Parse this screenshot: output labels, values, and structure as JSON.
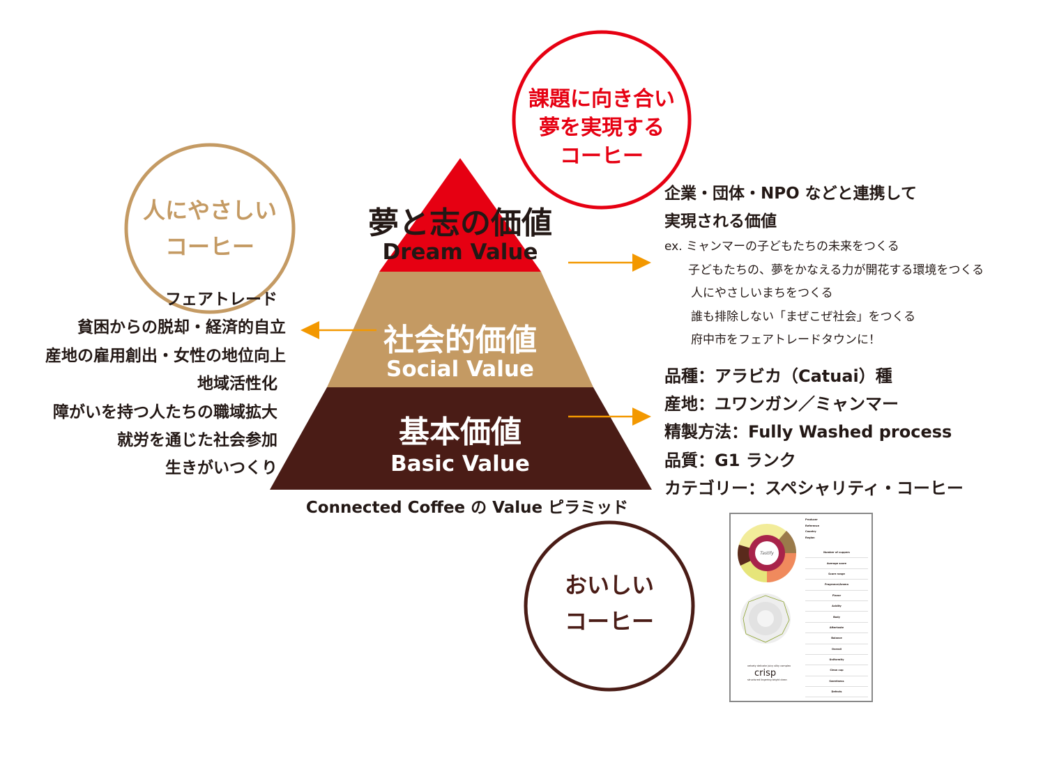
{
  "colors": {
    "red": "#e60012",
    "tan": "#c49a63",
    "brown": "#4a1c16",
    "arrow": "#f39800"
  },
  "pyramid": {
    "top": {
      "jp": "夢と志の価値",
      "en": "Dream Value"
    },
    "middle": {
      "jp": "社会的価値",
      "en": "Social Value"
    },
    "bottom": {
      "jp": "基本価値",
      "en": "Basic Value"
    },
    "caption": "Connected Coffee の Value ピラミッド"
  },
  "circles": {
    "red": [
      "課題に向き合い",
      "夢を実現する",
      "コーヒー"
    ],
    "tan": [
      "人にやさしい",
      "コーヒー"
    ],
    "brown": [
      "おいしい",
      "コーヒー"
    ]
  },
  "social_items": [
    "フェアトレード",
    "貧困からの脱却・経済的自立",
    "産地の雇用創出・女性の地位向上",
    "地域活性化",
    "障がいを持つ人たちの職域拡大",
    "就労を通じた社会参加",
    "生きがいつくり"
  ],
  "dream": {
    "heading": [
      "企業・団体・NPO などと連携して",
      "実現される価値"
    ],
    "examples": [
      "ex. ミャンマーの子どもたちの未来をつくる",
      "子どもたちの、夢をかなえる力が開花する環境をつくる",
      "人にやさしいまちをつくる",
      "誰も排除しない「まぜこぜ社会」をつくる",
      "府中市をフェアトレードタウンに！"
    ]
  },
  "basic_specs": [
    "品種：アラビカ（Catuai）種",
    "産地：ユワンガン／ミャンマー",
    "精製方法：Fully Washed process",
    "品質：G1 ランク",
    "カテゴリー：スペシャリティ・コーヒー"
  ],
  "tasting_card": {
    "brand": "Tastify",
    "meta": [
      "Producer",
      "Reference",
      "Country",
      "Region"
    ],
    "attributes": [
      "Number of cuppers",
      "Average score",
      "Score range",
      "Fragrance/Aroma",
      "Flavor",
      "Acidity",
      "Body",
      "Aftertaste",
      "Balance",
      "Overall",
      "Uniformity",
      "Clean cup",
      "Sweetness",
      "Defects"
    ],
    "keyword": "crisp",
    "words": [
      "velvety",
      "delicate",
      "juicy",
      "silky",
      "complex",
      "structured",
      "lingering",
      "bright",
      "clean"
    ]
  }
}
